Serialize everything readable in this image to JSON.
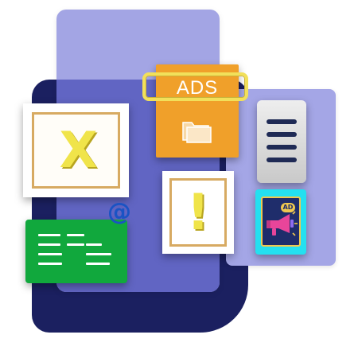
{
  "ads_card": {
    "label": "ADS"
  },
  "excel_card": {
    "glyph": "X",
    "icon": "excel-x-icon"
  },
  "alert_card": {
    "glyph": "!",
    "icon": "exclamation-icon"
  },
  "mail_card": {
    "at_symbol": "@",
    "icon": "list-lines-icon"
  },
  "menu_card": {
    "icon": "hamburger-menu-icon"
  },
  "ad_card": {
    "badge": "AD",
    "icon": "megaphone-icon"
  },
  "colors": {
    "navy": "#1b2060",
    "lavender": "#a3a5e4",
    "mid_blue": "#5b5fc0",
    "green": "#11a83d",
    "orange": "#f0a02a",
    "yellow": "#f0e44a",
    "gold_frame": "#d7aa62",
    "cyan": "#24e0f0",
    "at_blue": "#1a53c4"
  }
}
